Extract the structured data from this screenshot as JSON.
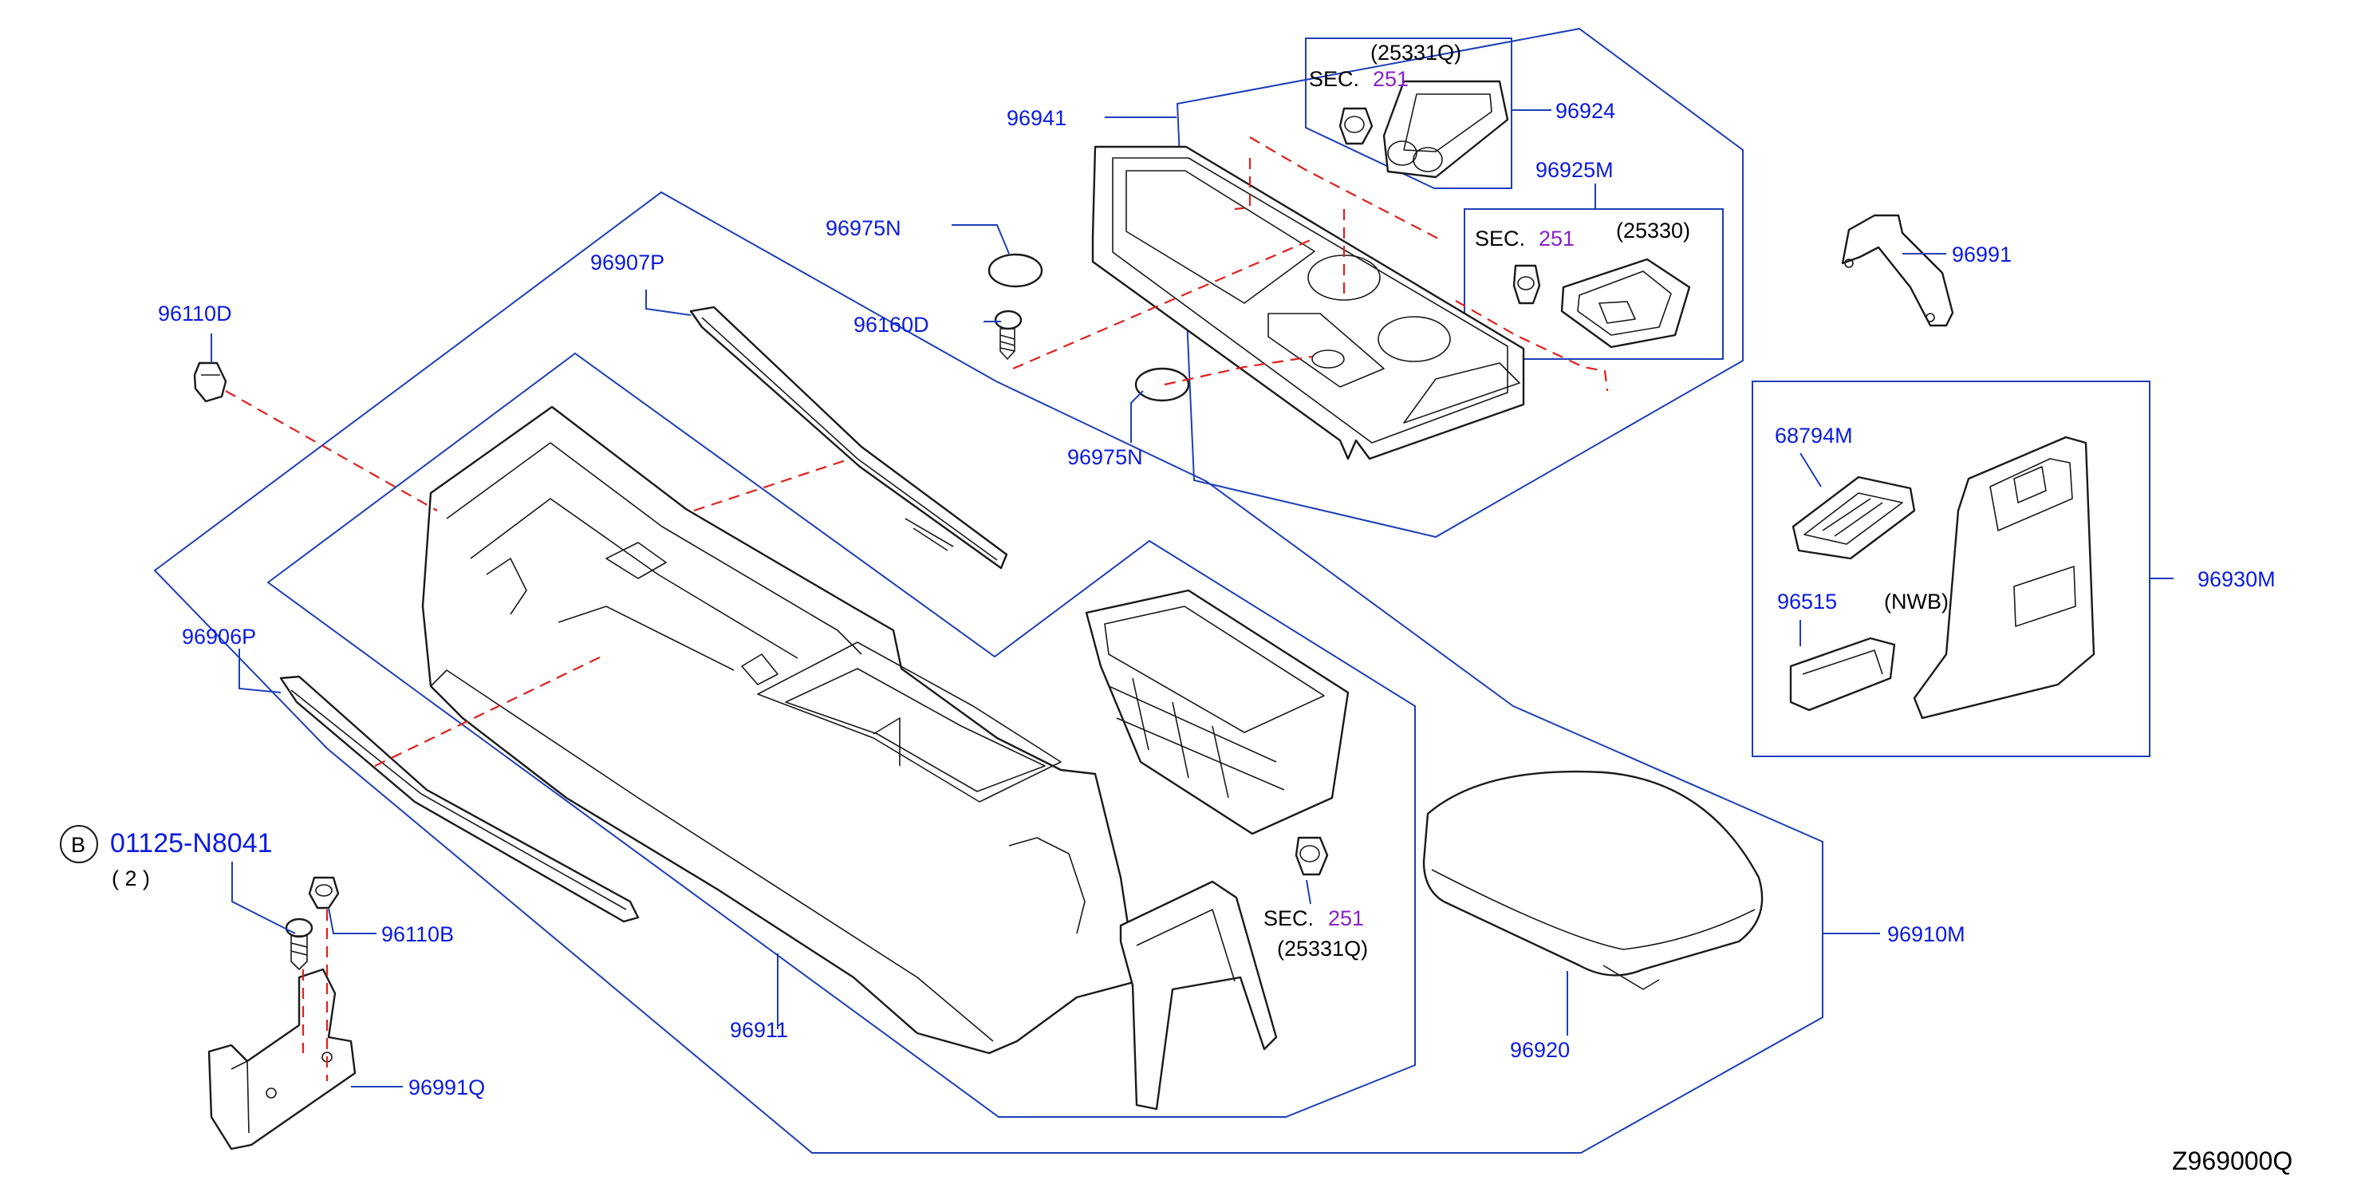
{
  "drawing_id": "Z969000Q",
  "labels": {
    "p96941": "96941",
    "p25331q_top": "(25331Q)",
    "sec_top": "SEC.",
    "sec_top_num": "251",
    "p96924": "96924",
    "p96925m": "96925M",
    "sec_mid": "SEC.",
    "sec_mid_num": "251",
    "p25330": "(25330)",
    "p96991": "96991",
    "p96975n_top": "96975N",
    "p96160d": "96160D",
    "p96975n_bot": "96975N",
    "p96907p": "96907P",
    "p96110d": "96110D",
    "p96906p": "96906P",
    "p68794m": "68794M",
    "p96515": "96515",
    "nwb": "(NWB)",
    "p96930m": "96930M",
    "circle_b": "B",
    "p01125": "01125-N8041",
    "qty": "( 2 )",
    "p96110b": "96110B",
    "p96991q": "96991Q",
    "p96911": "96911",
    "sec_low": "SEC.",
    "sec_low_num": "251",
    "p25331q_low": "(25331Q)",
    "p96920": "96920",
    "p96910m": "96910M"
  },
  "colors": {
    "label_blue": "#0a1be0",
    "section_purple": "#8a1fc8",
    "leader_blue": "#1d3fb8",
    "dash_red": "#e0201c",
    "part_line": "#1a1a1a"
  }
}
